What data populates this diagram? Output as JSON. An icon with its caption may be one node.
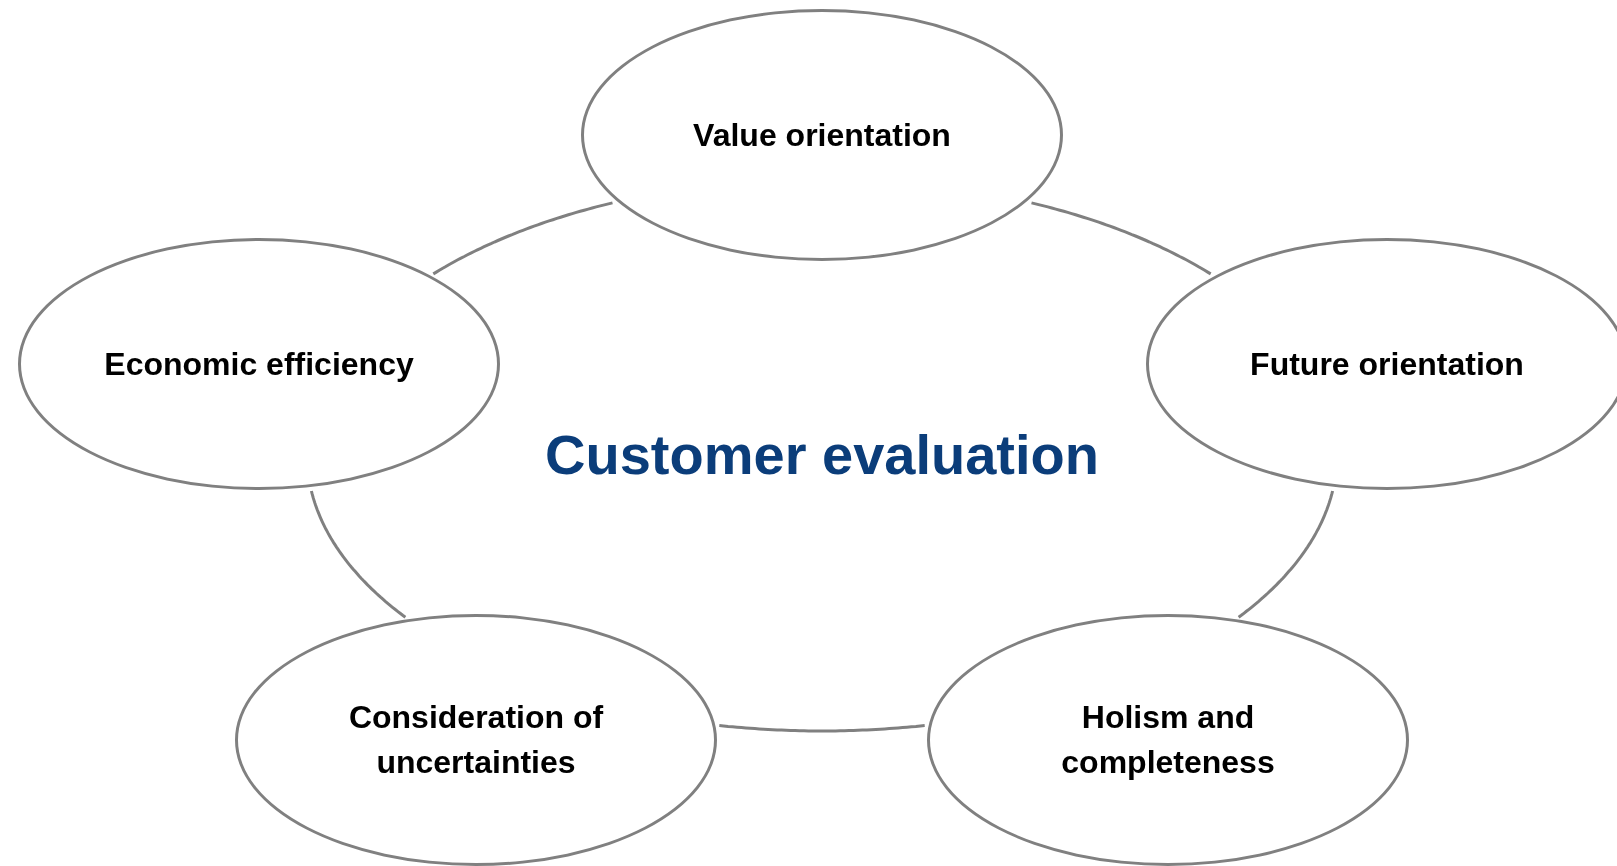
{
  "diagram": {
    "nodes": [
      {
        "text": [
          "Customer evaluation"
        ]
      },
      {
        "text": [
          "Value orientation"
        ]
      },
      {
        "text": [
          "Economic efficiency"
        ]
      },
      {
        "text": [
          "Future orientation"
        ]
      },
      {
        "text": [
          "Consideration of uncertainties"
        ]
      },
      {
        "text": [
          "Holism and completeness"
        ]
      }
    ]
  }
}
